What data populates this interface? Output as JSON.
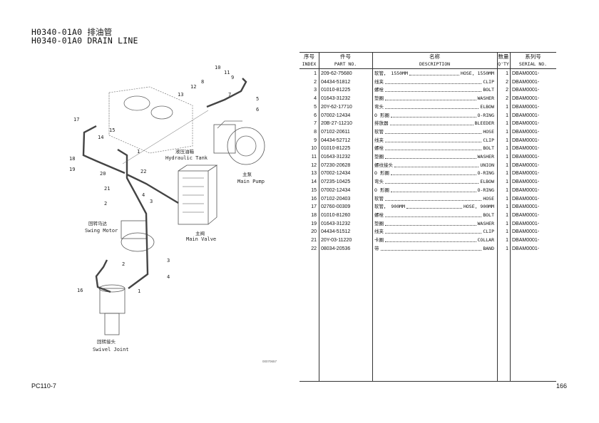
{
  "header": {
    "title_cn": "H0340-01A0 排油管",
    "title_en": "H0340-01A0 DRAIN LINE"
  },
  "diagram": {
    "callouts": [
      "10",
      "11",
      "9",
      "8",
      "12",
      "13",
      "7",
      "5",
      "6",
      "17",
      "15",
      "14",
      "1",
      "18",
      "19",
      "20",
      "22",
      "21",
      "4",
      "3",
      "2",
      "2",
      "3",
      "4",
      "1",
      "16"
    ],
    "labels": {
      "hydraulic_tank_cn": "液压油箱",
      "hydraulic_tank_en": "Hydraulic Tank",
      "main_pump_cn": "主泵",
      "main_pump_en": "Main Pump",
      "swing_motor_cn": "回转马达",
      "swing_motor_en": "Swing Motor",
      "main_valve_cn": "主阀",
      "main_valve_en": "Main Valve",
      "swivel_joint_cn": "回转接头",
      "swivel_joint_en": "Swivel Joint"
    },
    "code": "00070657"
  },
  "table": {
    "headers": {
      "index_cn": "序号",
      "index_en": "INDEX",
      "part_cn": "件号",
      "part_en": "PART NO.",
      "desc_cn": "名称",
      "desc_en": "DESCRIPTION",
      "qty_cn": "数量",
      "qty_en": "Q'TY",
      "serial_cn": "系列号",
      "serial_en": "SERIAL NO."
    },
    "rows": [
      {
        "index": "1",
        "part": "209-62-75680",
        "cn": "软管， 1550MM",
        "en": "HOSE, 1550MM",
        "qty": "1",
        "serial": "DBAM0001-"
      },
      {
        "index": "2",
        "part": "04434-51812",
        "cn": "线夹",
        "en": "CLIP",
        "qty": "2",
        "serial": "DBAM0001-"
      },
      {
        "index": "3",
        "part": "01010-81225",
        "cn": "螺栓",
        "en": "BOLT",
        "qty": "2",
        "serial": "DBAM0001-"
      },
      {
        "index": "4",
        "part": "01643-31232",
        "cn": "垫圈",
        "en": "WASHER",
        "qty": "2",
        "serial": "DBAM0001-"
      },
      {
        "index": "5",
        "part": "20Y-62-17710",
        "cn": "弯头",
        "en": "ELBOW",
        "qty": "1",
        "serial": "DBAM0001-"
      },
      {
        "index": "6",
        "part": "07002-12434",
        "cn": "O 形圈",
        "en": "O-RING",
        "qty": "1",
        "serial": "DBAM0001-"
      },
      {
        "index": "7",
        "part": "20B-27-11210",
        "cn": "排放器",
        "en": "BLEEDER",
        "qty": "1",
        "serial": "DBAM0001-"
      },
      {
        "index": "8",
        "part": "07102-20611",
        "cn": "软管",
        "en": "HOSE",
        "qty": "1",
        "serial": "DBAM0001-"
      },
      {
        "index": "9",
        "part": "04434-52712",
        "cn": "线夹",
        "en": "CLIP",
        "qty": "1",
        "serial": "DBAM0001-"
      },
      {
        "index": "10",
        "part": "01010-81225",
        "cn": "螺栓",
        "en": "BOLT",
        "qty": "1",
        "serial": "DBAM0001-"
      },
      {
        "index": "11",
        "part": "01643-31232",
        "cn": "垫圈",
        "en": "WASHER",
        "qty": "1",
        "serial": "DBAM0001-"
      },
      {
        "index": "12",
        "part": "07230-20628",
        "cn": "螺纹接头",
        "en": "UNION",
        "qty": "1",
        "serial": "DBAM0001-"
      },
      {
        "index": "13",
        "part": "07002-12434",
        "cn": "O 形圈",
        "en": "O-RING",
        "qty": "1",
        "serial": "DBAM0001-"
      },
      {
        "index": "14",
        "part": "07235-10425",
        "cn": "弯头",
        "en": "ELBOW",
        "qty": "1",
        "serial": "DBAM0001-"
      },
      {
        "index": "15",
        "part": "07002-12434",
        "cn": "O 形圈",
        "en": "O-RING",
        "qty": "1",
        "serial": "DBAM0001-"
      },
      {
        "index": "16",
        "part": "07102-20403",
        "cn": "软管",
        "en": "HOSE",
        "qty": "1",
        "serial": "DBAM0001-"
      },
      {
        "index": "17",
        "part": "02760-00309",
        "cn": "软管， 900MM",
        "en": "HOSE, 900MM",
        "qty": "1",
        "serial": "DBAM0001-"
      },
      {
        "index": "18",
        "part": "01010-81260",
        "cn": "螺栓",
        "en": "BOLT",
        "qty": "1",
        "serial": "DBAM0001-"
      },
      {
        "index": "19",
        "part": "01643-31232",
        "cn": "垫圈",
        "en": "WASHER",
        "qty": "1",
        "serial": "DBAM0001-"
      },
      {
        "index": "20",
        "part": "04434-51512",
        "cn": "线夹",
        "en": "CLIP",
        "qty": "1",
        "serial": "DBAM0001-"
      },
      {
        "index": "21",
        "part": "20Y-03-11220",
        "cn": "卡圈",
        "en": "COLLAR",
        "qty": "1",
        "serial": "DBAM0001-"
      },
      {
        "index": "22",
        "part": "08034-20536",
        "cn": "带",
        "en": "BAND",
        "qty": "1",
        "serial": "DBAM0001-"
      }
    ]
  },
  "footer": {
    "model": "PC110-7",
    "page": "166"
  }
}
